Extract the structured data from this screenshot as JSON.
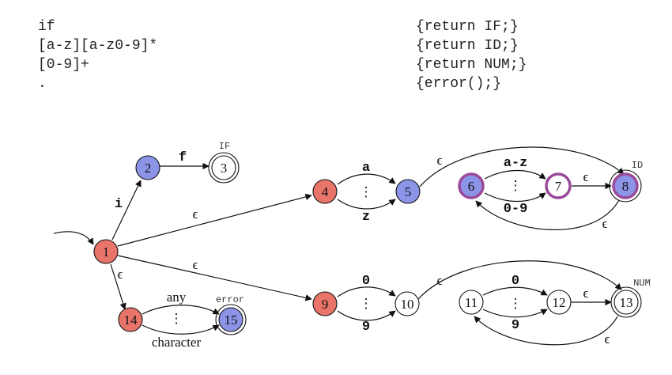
{
  "rules": [
    {
      "pattern": "if",
      "action": "{return IF;}"
    },
    {
      "pattern": "[a-z][a-z0-9]*",
      "action": "{return ID;}"
    },
    {
      "pattern": "[0-9]+",
      "action": "{return NUM;}"
    },
    {
      "pattern": ".",
      "action": "{error();}"
    }
  ],
  "colors": {
    "start_state": "#e8746a",
    "reached_state": "#8c94e8",
    "highlight_ring": "#9a4a9a",
    "plain_state": "#ffffff",
    "edge": "#111111"
  },
  "nodes": [
    {
      "id": "1",
      "label": "1",
      "style": "start"
    },
    {
      "id": "2",
      "label": "2",
      "style": "reached"
    },
    {
      "id": "3",
      "label": "3",
      "style": "accept"
    },
    {
      "id": "4",
      "label": "4",
      "style": "start"
    },
    {
      "id": "5",
      "label": "5",
      "style": "reached"
    },
    {
      "id": "6",
      "label": "6",
      "style": "reached-ring"
    },
    {
      "id": "7",
      "label": "7",
      "style": "ring"
    },
    {
      "id": "8",
      "label": "8",
      "style": "reached-ring-accept"
    },
    {
      "id": "9",
      "label": "9",
      "style": "start"
    },
    {
      "id": "10",
      "label": "10",
      "style": "plain"
    },
    {
      "id": "11",
      "label": "11",
      "style": "plain"
    },
    {
      "id": "12",
      "label": "12",
      "style": "plain"
    },
    {
      "id": "13",
      "label": "13",
      "style": "accept"
    },
    {
      "id": "14",
      "label": "14",
      "style": "start"
    },
    {
      "id": "15",
      "label": "15",
      "style": "reached-accept"
    }
  ],
  "token_tags": {
    "s3": "IF",
    "s8": "ID",
    "s13": "NUM",
    "s15": "error"
  },
  "edge_labels": {
    "e1_2": "i",
    "e2_3": "f",
    "e1_4": "ϵ",
    "e1_9": "ϵ",
    "e1_14": "ϵ",
    "e4_5_top": "a",
    "e4_5_bottom": "z",
    "e4_5_dots": "⋮",
    "e5_8": "ϵ",
    "e6_7_top": "a-z",
    "e6_7_bottom": "0-9",
    "e6_7_dots": "⋮",
    "e7_8": "ϵ",
    "e8_6": "ϵ",
    "e9_10_top": "0",
    "e9_10_bottom": "9",
    "e9_10_dots": "⋮",
    "e10_13": "ϵ",
    "e11_12_top": "0",
    "e11_12_bottom": "9",
    "e11_12_dots": "⋮",
    "e12_13": "ϵ",
    "e13_11": "ϵ",
    "e14_15_top": "any",
    "e14_15_bottom": "character",
    "e14_15_dots": "⋮"
  }
}
